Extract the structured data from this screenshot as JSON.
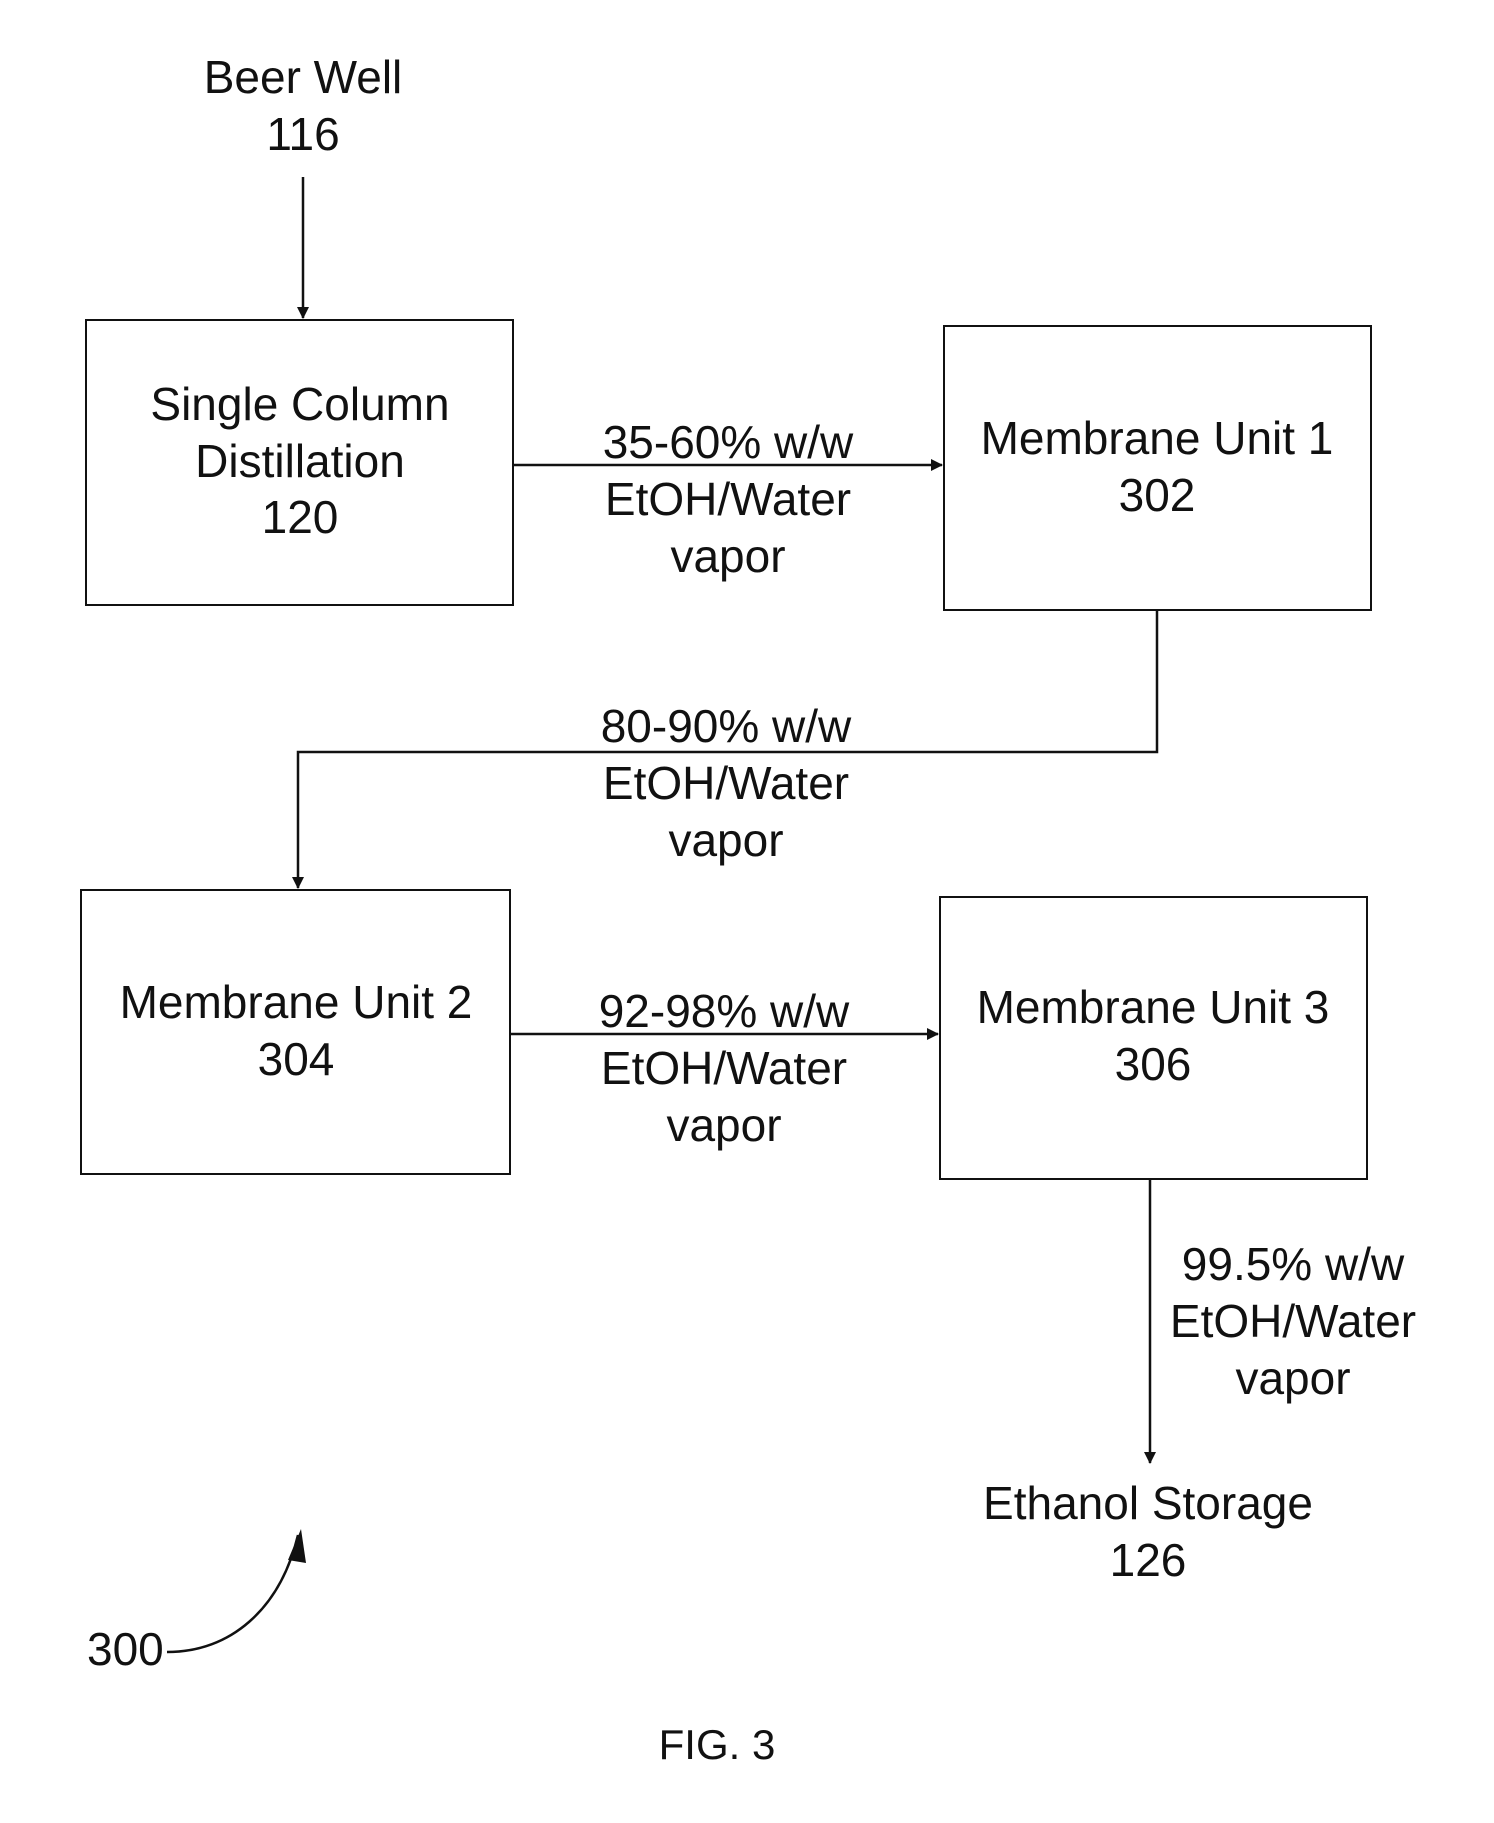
{
  "nodes": {
    "beer_well": {
      "name": "Beer Well",
      "ref": "116"
    },
    "distillation": {
      "line1": "Single Column",
      "line2": "Distillation",
      "ref": "120"
    },
    "membrane1": {
      "name": "Membrane Unit 1",
      "ref": "302"
    },
    "membrane2": {
      "name": "Membrane Unit 2",
      "ref": "304"
    },
    "membrane3": {
      "name": "Membrane Unit 3",
      "ref": "306"
    },
    "ethanol_storage": {
      "name": "Ethanol Storage",
      "ref": "126"
    }
  },
  "flows": {
    "dist_to_m1": {
      "line1": "35-60% w/w",
      "line2": "EtOH/Water",
      "line3": "vapor"
    },
    "m1_to_m2": {
      "line1": "80-90% w/w",
      "line2": "EtOH/Water",
      "line3": "vapor"
    },
    "m2_to_m3": {
      "line1": "92-98% w/w",
      "line2": "EtOH/Water",
      "line3": "vapor"
    },
    "m3_to_storage": {
      "line1": "99.5% w/w",
      "line2": "EtOH/Water",
      "line3": "vapor"
    }
  },
  "figure_ref": "300",
  "caption": "FIG. 3"
}
